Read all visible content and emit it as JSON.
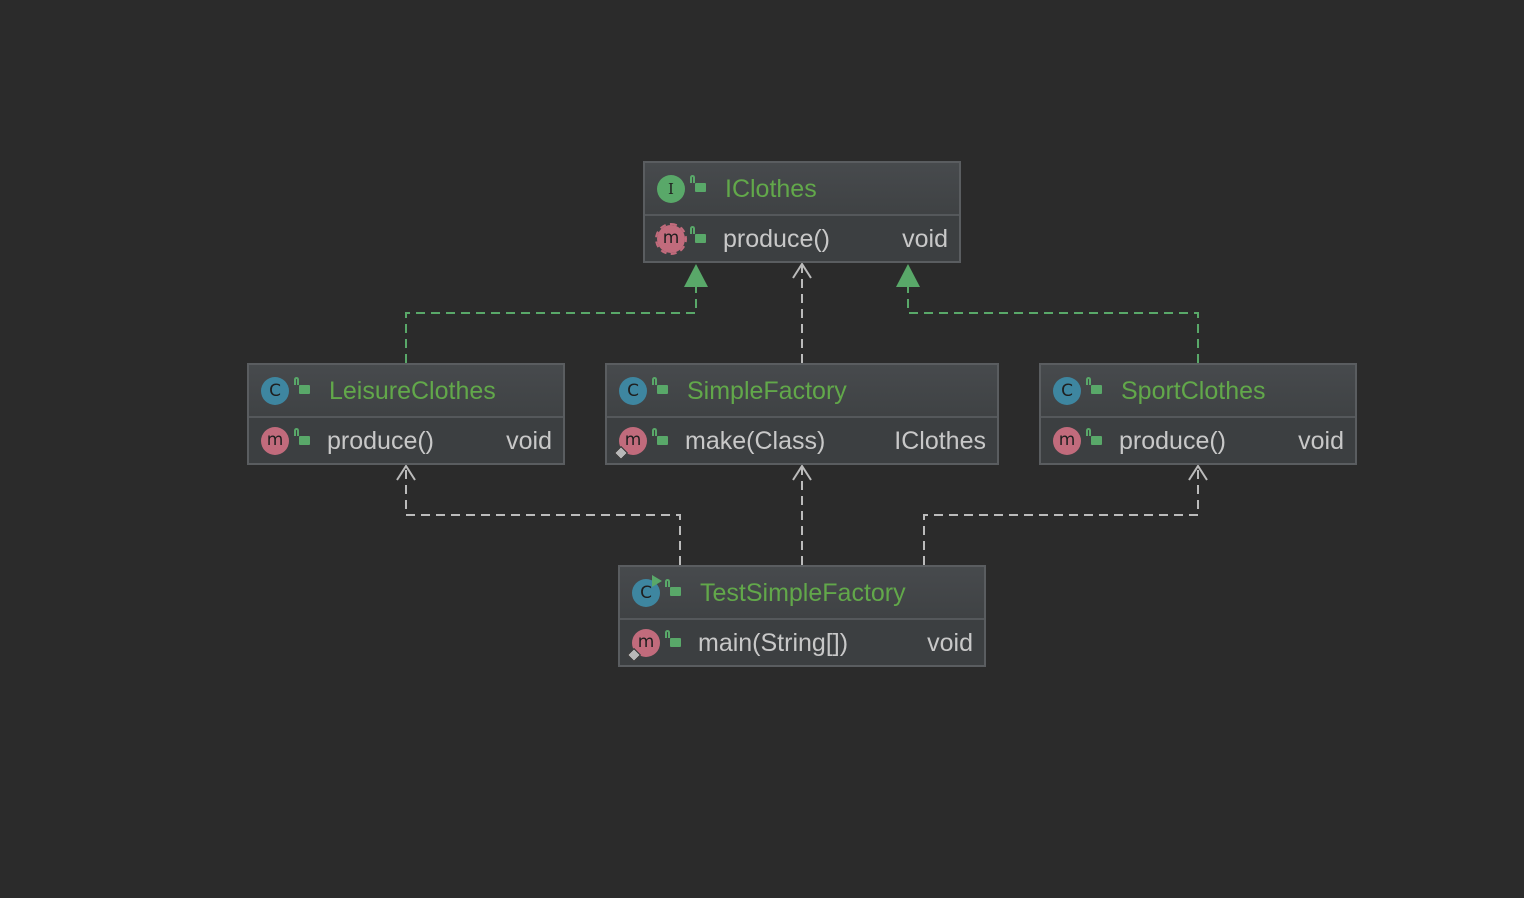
{
  "nodes": {
    "iclothes": {
      "kind_icon": "I",
      "title": "IClothes",
      "members": [
        {
          "icon": "m",
          "name": "produce()",
          "type": "void"
        }
      ]
    },
    "leisure": {
      "kind_icon": "C",
      "title": "LeisureClothes",
      "members": [
        {
          "icon": "m",
          "name": "produce()",
          "type": "void"
        }
      ]
    },
    "simplefactory": {
      "kind_icon": "C",
      "title": "SimpleFactory",
      "members": [
        {
          "icon": "m",
          "name": "make(Class)",
          "type": "IClothes"
        }
      ]
    },
    "sport": {
      "kind_icon": "C",
      "title": "SportClothes",
      "members": [
        {
          "icon": "m",
          "name": "produce()",
          "type": "void"
        }
      ]
    },
    "test": {
      "kind_icon": "C",
      "title": "TestSimpleFactory",
      "members": [
        {
          "icon": "m",
          "name": "main(String[])",
          "type": "void"
        }
      ]
    }
  },
  "colors": {
    "background": "#2b2b2b",
    "realization_edge": "#59a869",
    "dependency_edge": "#bbbbbb",
    "title_text": "#62a84a",
    "member_text": "#c8c8c8",
    "class_icon": "#3e86a0",
    "interface_icon": "#59a869",
    "method_icon": "#c16b7c"
  }
}
